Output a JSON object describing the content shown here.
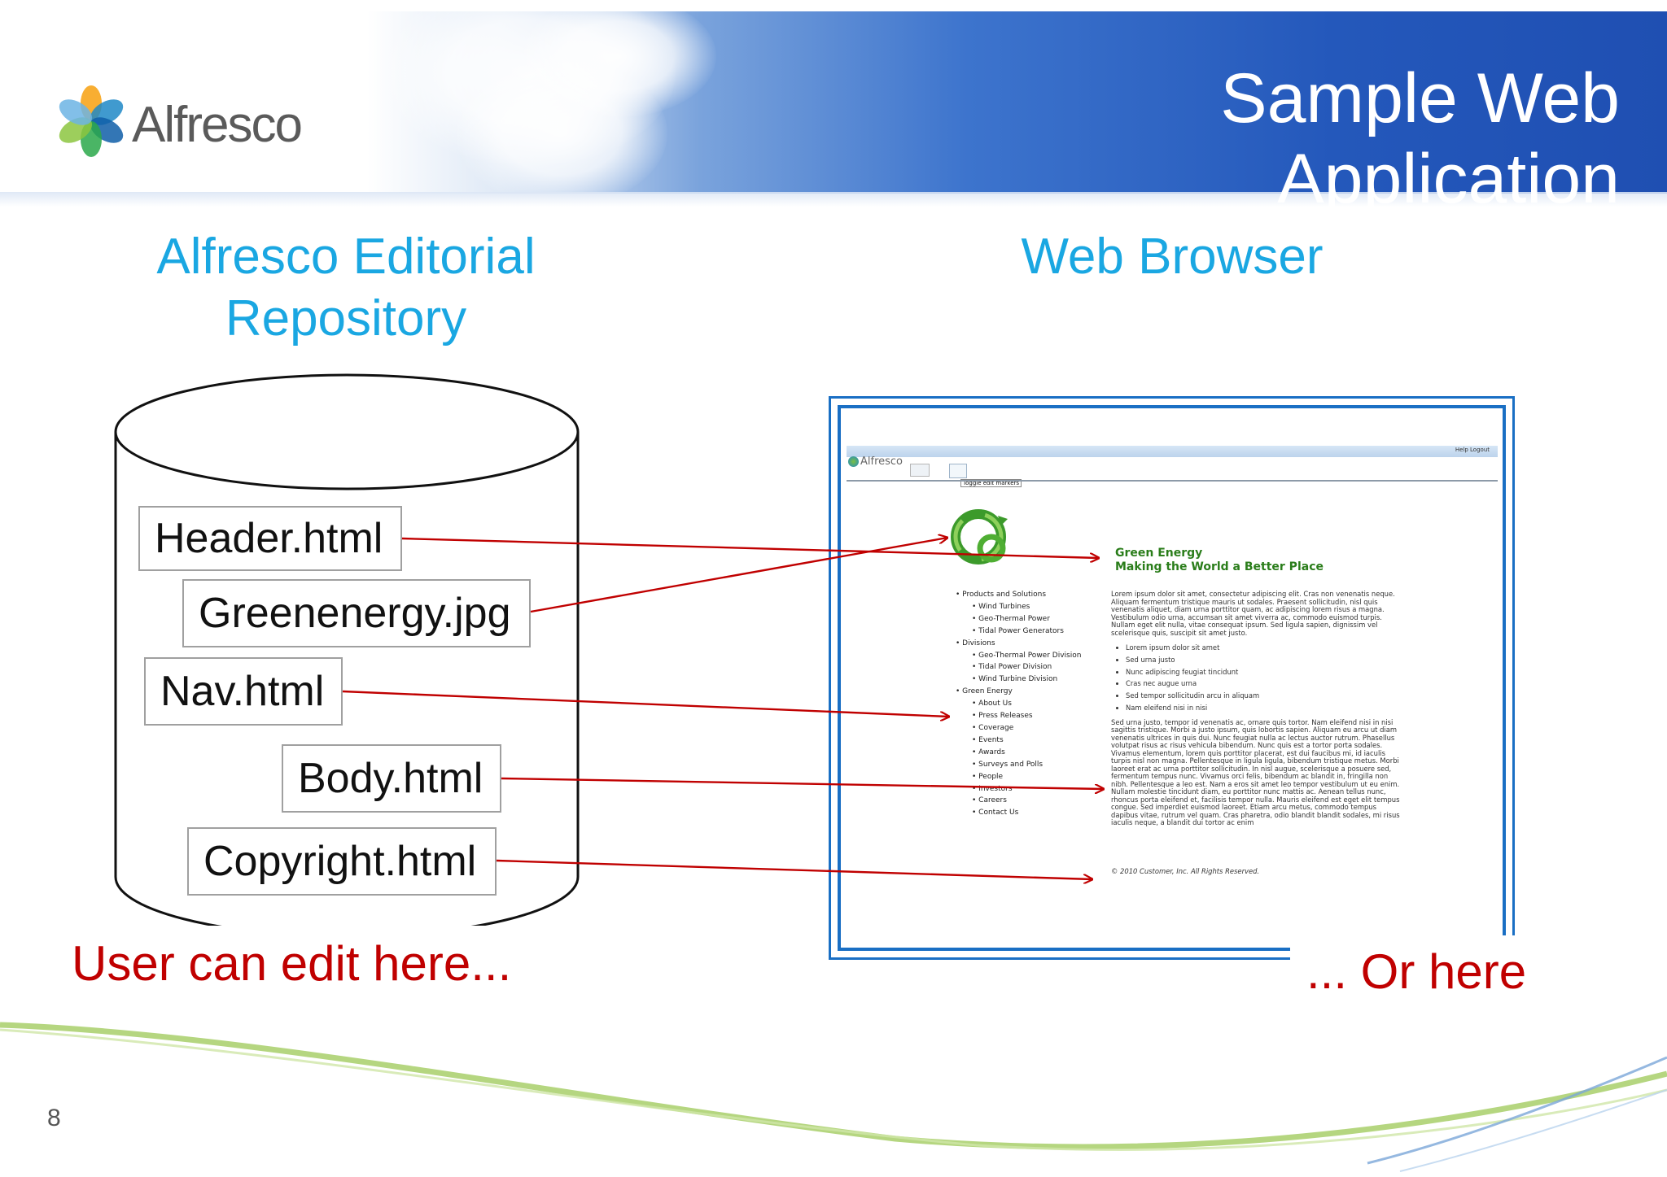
{
  "slide": {
    "title": "Sample Web Application",
    "page_number": "8",
    "logo_text": "Alfresco"
  },
  "columns": {
    "left_heading_line1": "Alfresco Editorial",
    "left_heading_line2": "Repository",
    "right_heading": "Web Browser"
  },
  "repository_files": [
    {
      "label": "Header.html"
    },
    {
      "label": "Greenenergy.jpg"
    },
    {
      "label": "Nav.html"
    },
    {
      "label": "Body.html"
    },
    {
      "label": "Copyright.html"
    }
  ],
  "captions": {
    "left": "User can edit here...",
    "right": "... Or here"
  },
  "browser": {
    "logo_text": "Alfresco",
    "toolbar_right": "Help   Logout",
    "tooltip": "Toggle edit markers",
    "heading_line1": "Green Energy",
    "heading_line2": "Making the World a Better Place",
    "nav": [
      {
        "label": "Products and Solutions",
        "level": 1
      },
      {
        "label": "Wind Turbines",
        "level": 2
      },
      {
        "label": "Geo-Thermal Power",
        "level": 2
      },
      {
        "label": "Tidal Power Generators",
        "level": 2
      },
      {
        "label": "Divisions",
        "level": 1
      },
      {
        "label": "Geo-Thermal Power Division",
        "level": 2
      },
      {
        "label": "Tidal Power Division",
        "level": 2
      },
      {
        "label": "Wind Turbine Division",
        "level": 2
      },
      {
        "label": "Green Energy",
        "level": 1
      },
      {
        "label": "About Us",
        "level": 2
      },
      {
        "label": "Press Releases",
        "level": 2
      },
      {
        "label": "Coverage",
        "level": 2
      },
      {
        "label": "Events",
        "level": 2
      },
      {
        "label": "Awards",
        "level": 2
      },
      {
        "label": "Surveys and Polls",
        "level": 2
      },
      {
        "label": "People",
        "level": 2
      },
      {
        "label": "Investors",
        "level": 2
      },
      {
        "label": "Careers",
        "level": 2
      },
      {
        "label": "Contact Us",
        "level": 2
      }
    ],
    "body_para1": "Lorem ipsum dolor sit amet, consectetur adipiscing elit. Cras non venenatis neque. Aliquam fermentum tristique mauris ut sodales. Praesent sollicitudin, nisl quis venenatis aliquet, diam urna porttitor quam, ac adipiscing lorem risus a magna. Vestibulum odio urna, accumsan sit amet viverra ac, commodo euismod turpis. Nullam eget elit nulla, vitae consequat ipsum. Sed ligula sapien, dignissim vel scelerisque quis, suscipit sit amet justo.",
    "body_list": [
      "Lorem ipsum dolor sit amet",
      "Sed urna justo",
      "Nunc adipiscing feugiat tincidunt",
      "Cras nec augue urna",
      "Sed tempor sollicitudin arcu in aliquam",
      "Nam eleifend nisi in nisi"
    ],
    "body_para2": "Sed urna justo, tempor id venenatis ac, ornare quis tortor. Nam eleifend nisi in nisi sagittis tristique. Morbi a justo ipsum, quis lobortis sapien. Aliquam eu arcu ut diam venenatis ultrices in quis dui. Nunc feugiat nulla ac lectus auctor rutrum. Phasellus volutpat risus ac risus vehicula bibendum. Nunc quis est a tortor porta sodales. Vivamus elementum, lorem quis porttitor placerat, est dui faucibus mi, id iaculis turpis nisl non magna. Pellentesque in ligula ligula, bibendum tristique metus. Morbi laoreet erat ac urna porttitor sollicitudin. In nisl augue, scelerisque a posuere sed, fermentum tempus nunc. Vivamus orci felis, bibendum ac blandit in, fringilla non nibh. Pellentesque a leo est. Nam a eros sit amet leo tempor vestibulum ut eu enim. Nullam molestie tincidunt diam, eu porttitor nunc mattis ac. Aenean tellus nunc, rhoncus porta eleifend et, facilisis tempor nulla. Mauris eleifend est eget elit tempus congue. Sed imperdiet euismod laoreet. Etiam arcu metus, commodo tempus dapibus vitae, rutrum vel quam. Cras pharetra, odio blandit blandit sodales, mi risus iaculis neque, a blandit dui tortor ac enim",
    "copyright": "© 2010 Customer, Inc. All Rights Reserved."
  },
  "colors": {
    "heading_blue": "#1aa7e2",
    "caption_red": "#c00000",
    "arrow_red": "#c00000",
    "frame_blue": "#1a6fc4",
    "site_green": "#2a7d1a"
  }
}
